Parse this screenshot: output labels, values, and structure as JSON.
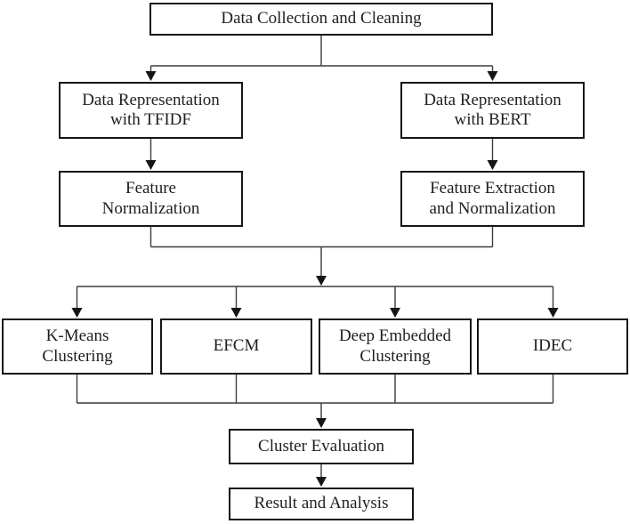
{
  "diagram": {
    "type": "flowchart",
    "colors": {
      "background": "#ffffff",
      "box_fill": "#ffffff",
      "box_border": "#161616",
      "line": "#3c3c3c",
      "arrowhead": "#151515",
      "text": "#1f1f1f"
    },
    "nodes": {
      "data_collection": "Data Collection and Cleaning",
      "repr_tfidf": "Data Representation\nwith TFIDF",
      "repr_bert": "Data Representation\nwith BERT",
      "feature_normalization": "Feature\nNormalization",
      "feature_extraction_normalization": "Feature Extraction\nand Normalization",
      "kmeans": "K-Means\nClustering",
      "efcm": "EFCM",
      "deep_embedded_clustering": "Deep Embedded\nClustering",
      "idec": "IDEC",
      "cluster_evaluation": "Cluster Evaluation",
      "result_analysis": "Result and Analysis"
    }
  }
}
